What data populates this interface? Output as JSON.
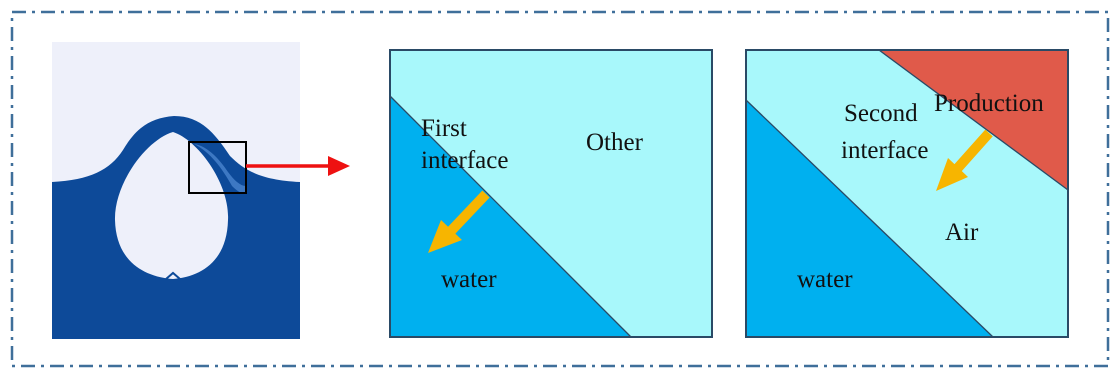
{
  "colors": {
    "frame_border": "#3f6f9a",
    "background_light": "#eef0fa",
    "deep_water": "#0d4a99",
    "highlight_water": "#3d78c3",
    "water": "#00b0ef",
    "other_region": "#a8f8fb",
    "production": "#e05a4a",
    "arrow_red": "#ee1111",
    "arrow_orange": "#f7b500",
    "outline": "#2a4a66"
  },
  "icons": {
    "zoom_arrow": "right-arrow-icon",
    "direction_arrow": "down-left-arrow-icon"
  },
  "panel1": {
    "label_first": "First",
    "label_interface": "interface",
    "label_other": "Other",
    "label_water": "water"
  },
  "panel2": {
    "label_production": "Production",
    "label_second": "Second",
    "label_interface": "interface",
    "label_air": "Air",
    "label_water": "water"
  }
}
